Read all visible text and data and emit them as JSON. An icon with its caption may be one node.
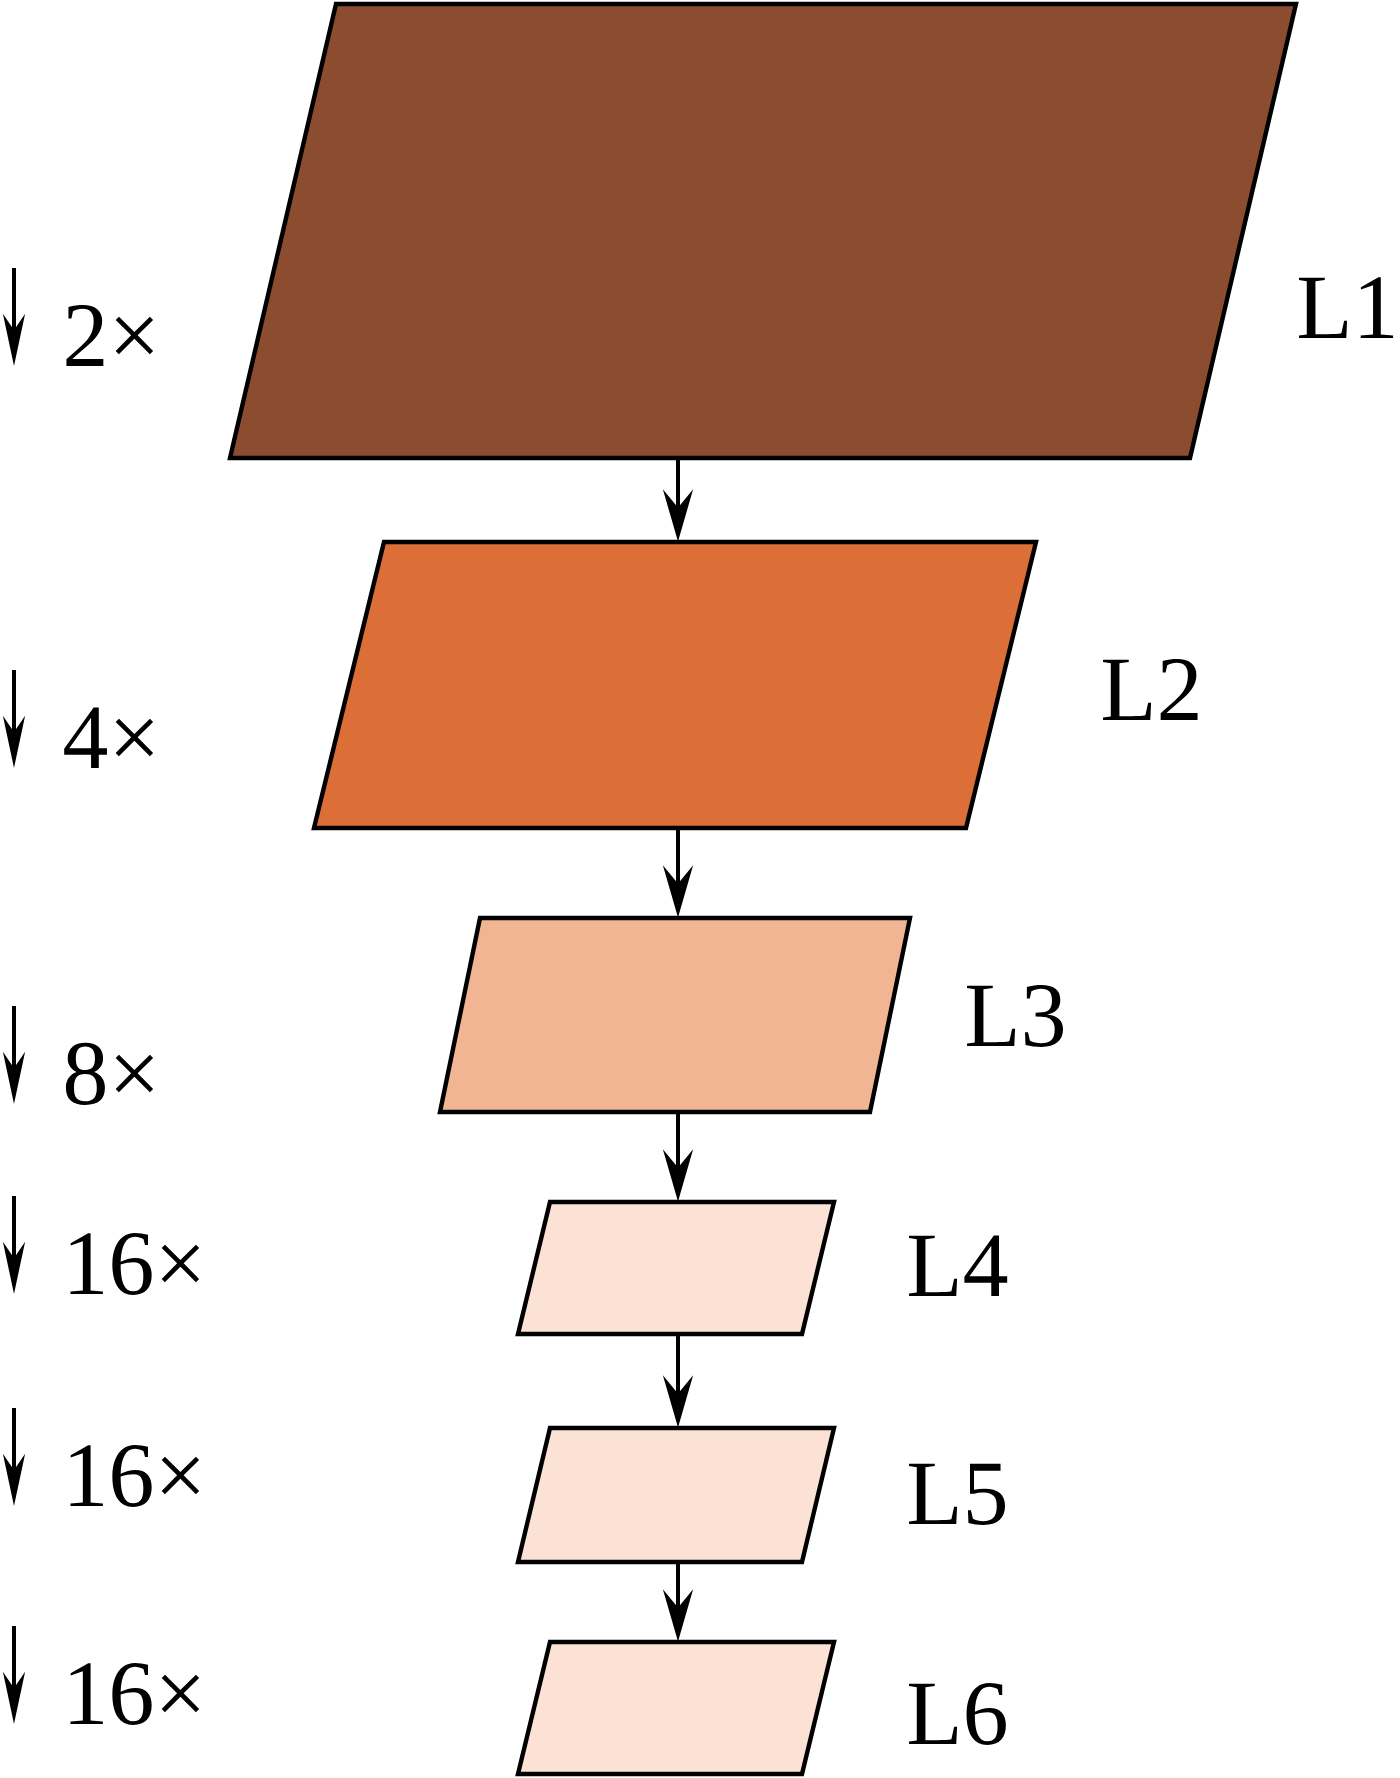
{
  "diagram": {
    "nodes": [
      {
        "text": [
          "L1"
        ]
      },
      {
        "text": [
          "L2"
        ]
      },
      {
        "text": [
          "L3"
        ]
      },
      {
        "text": [
          "L4"
        ]
      },
      {
        "text": [
          "L5"
        ]
      },
      {
        "text": [
          "L6"
        ]
      }
    ],
    "edges": [
      {
        "from": 0,
        "to": 1,
        "arrow": "to"
      },
      {
        "from": 1,
        "to": 2,
        "arrow": "to"
      },
      {
        "from": 2,
        "to": 3,
        "arrow": "to"
      },
      {
        "from": 3,
        "to": 4,
        "arrow": "to"
      },
      {
        "from": 4,
        "to": 5,
        "arrow": "to"
      }
    ],
    "labels": [
      "2×",
      "4×",
      "8×",
      "16×",
      "16×",
      "16×"
    ]
  }
}
